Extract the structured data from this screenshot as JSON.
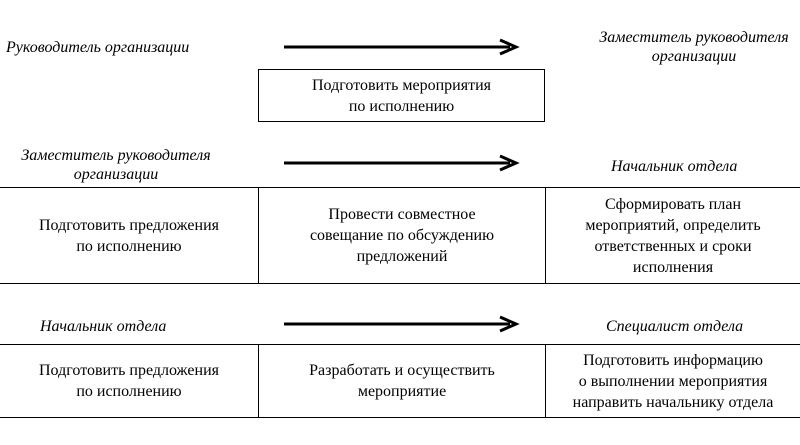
{
  "row1": {
    "from_role": "Руководитель организации",
    "to_role_line1": "Заместитель руководителя",
    "to_role_line2": "организации",
    "task_line1": "Подготовить мероприятия",
    "task_line2": "по исполнению"
  },
  "row2": {
    "from_role_line1": "Заместитель руководителя",
    "from_role_line2": "организации",
    "to_role": "Начальник отдела",
    "cell1_line1": "Подготовить предложения",
    "cell1_line2": "по исполнению",
    "cell2_line1": "Провести совместное",
    "cell2_line2": "совещание по обсуждению",
    "cell2_line3": "предложений",
    "cell3_line1": "Сформировать план",
    "cell3_line2": "мероприятий, определить",
    "cell3_line3": "ответственных и сроки",
    "cell3_line4": "исполнения"
  },
  "row3": {
    "from_role": "Начальник отдела",
    "to_role": "Специалист отдела",
    "cell1_line1": "Подготовить предложения",
    "cell1_line2": "по исполнению",
    "cell2_line1": "Разработать и осуществить",
    "cell2_line2": "мероприятие",
    "cell3_line1": "Подготовить информацию",
    "cell3_line2": "о выполнении мероприятия",
    "cell3_line3": "направить начальнику отдела"
  }
}
